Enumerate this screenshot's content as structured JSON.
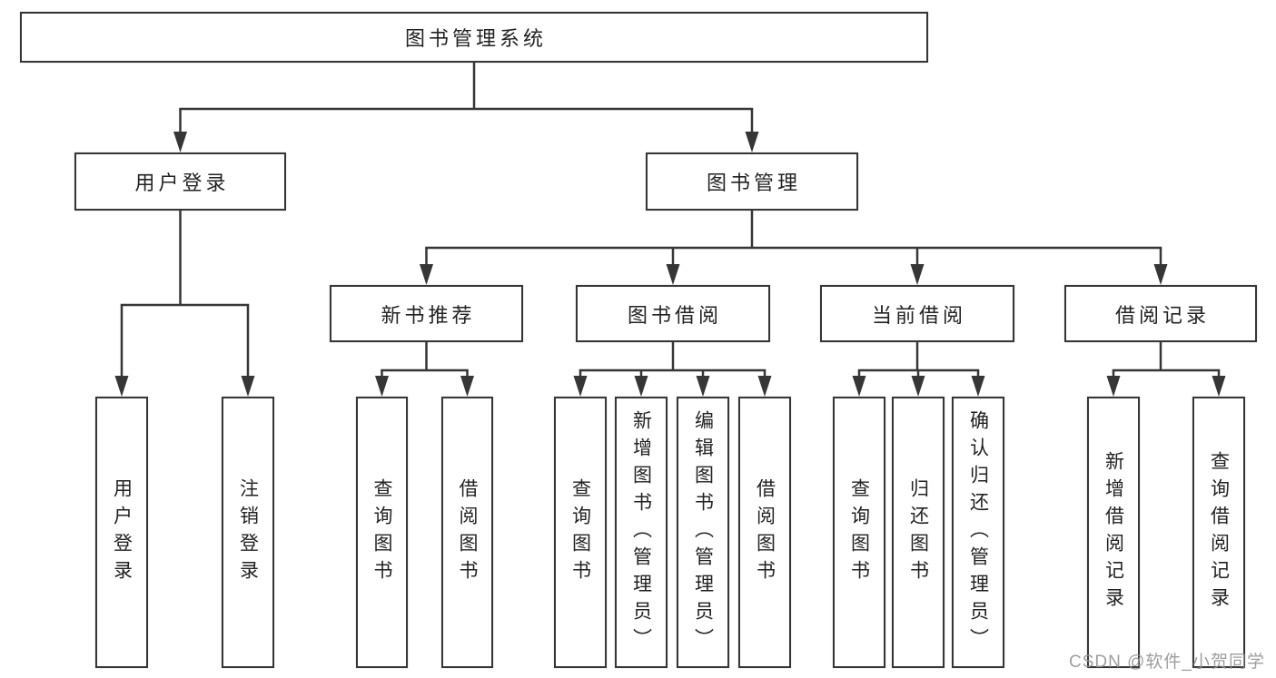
{
  "diagram": {
    "title_node": {
      "label": "图书管理系统"
    },
    "level2": [
      {
        "id": "user-login",
        "label": "用户登录"
      },
      {
        "id": "book-management",
        "label": "图书管理"
      }
    ],
    "level3": [
      {
        "id": "new-book-recommend",
        "label": "新书推荐",
        "parent": "图书管理"
      },
      {
        "id": "book-borrow",
        "label": "图书借阅",
        "parent": "图书管理"
      },
      {
        "id": "current-borrow",
        "label": "当前借阅",
        "parent": "图书管理"
      },
      {
        "id": "borrow-records",
        "label": "借阅记录",
        "parent": "图书管理"
      }
    ],
    "leaves": [
      {
        "label": "用户登录",
        "parent": "用户登录"
      },
      {
        "label": "注销登录",
        "parent": "用户登录"
      },
      {
        "label": "查询图书",
        "parent": "新书推荐"
      },
      {
        "label": "借阅图书",
        "parent": "新书推荐"
      },
      {
        "label": "查询图书",
        "parent": "图书借阅"
      },
      {
        "label": "新增图书（管理员）",
        "parent": "图书借阅"
      },
      {
        "label": "编辑图书（管理员）",
        "parent": "图书借阅"
      },
      {
        "label": "借阅图书",
        "parent": "图书借阅"
      },
      {
        "label": "查询图书",
        "parent": "当前借阅"
      },
      {
        "label": "归还图书",
        "parent": "当前借阅"
      },
      {
        "label": "确认归还（管理员）",
        "parent": "当前借阅"
      },
      {
        "label": "新增借阅记录",
        "parent": "借阅记录"
      },
      {
        "label": "查询借阅记录",
        "parent": "借阅记录"
      }
    ]
  },
  "watermark": {
    "text": "CSDN @软件_小贺同学"
  },
  "colors": {
    "line": "#363636",
    "text": "#222222",
    "watermark": "#949494",
    "background": "#ffffff"
  }
}
